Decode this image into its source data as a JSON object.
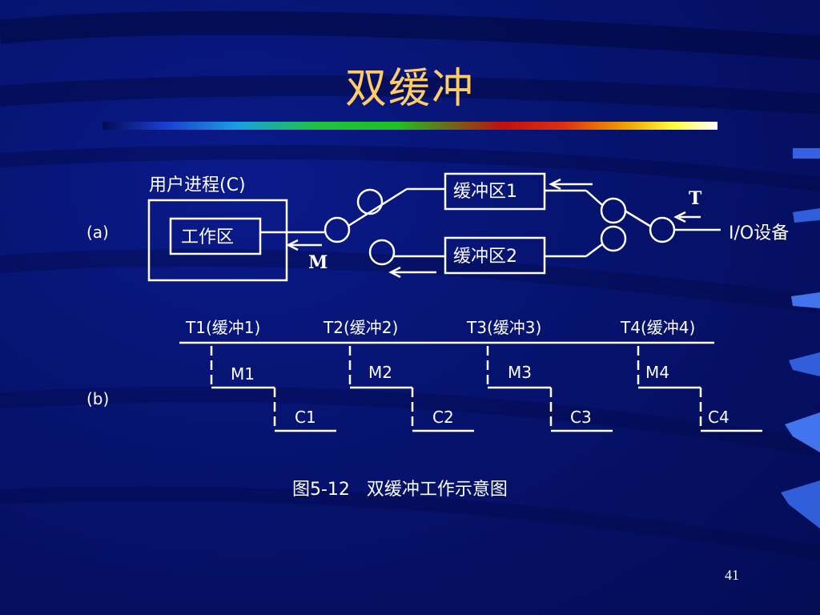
{
  "slide": {
    "title": "双缓冲",
    "page_number": "41"
  },
  "diagram_a": {
    "label": "(a)",
    "user_process": "用户进程(C)",
    "work_area": "工作区",
    "buffer1": "缓冲区1",
    "buffer2": "缓冲区2",
    "m_label": "M",
    "t_label": "T",
    "io_device": "I/O设备"
  },
  "diagram_b": {
    "label": "(b)",
    "t_labels": [
      "T1(缓冲1)",
      "T2(缓冲2)",
      "T3(缓冲3)",
      "T4(缓冲4)"
    ],
    "m_labels": [
      "M1",
      "M2",
      "M3",
      "M4"
    ],
    "c_labels": [
      "C1",
      "C2",
      "C3",
      "C4"
    ]
  },
  "caption": "图5-12   双缓冲工作示意图"
}
